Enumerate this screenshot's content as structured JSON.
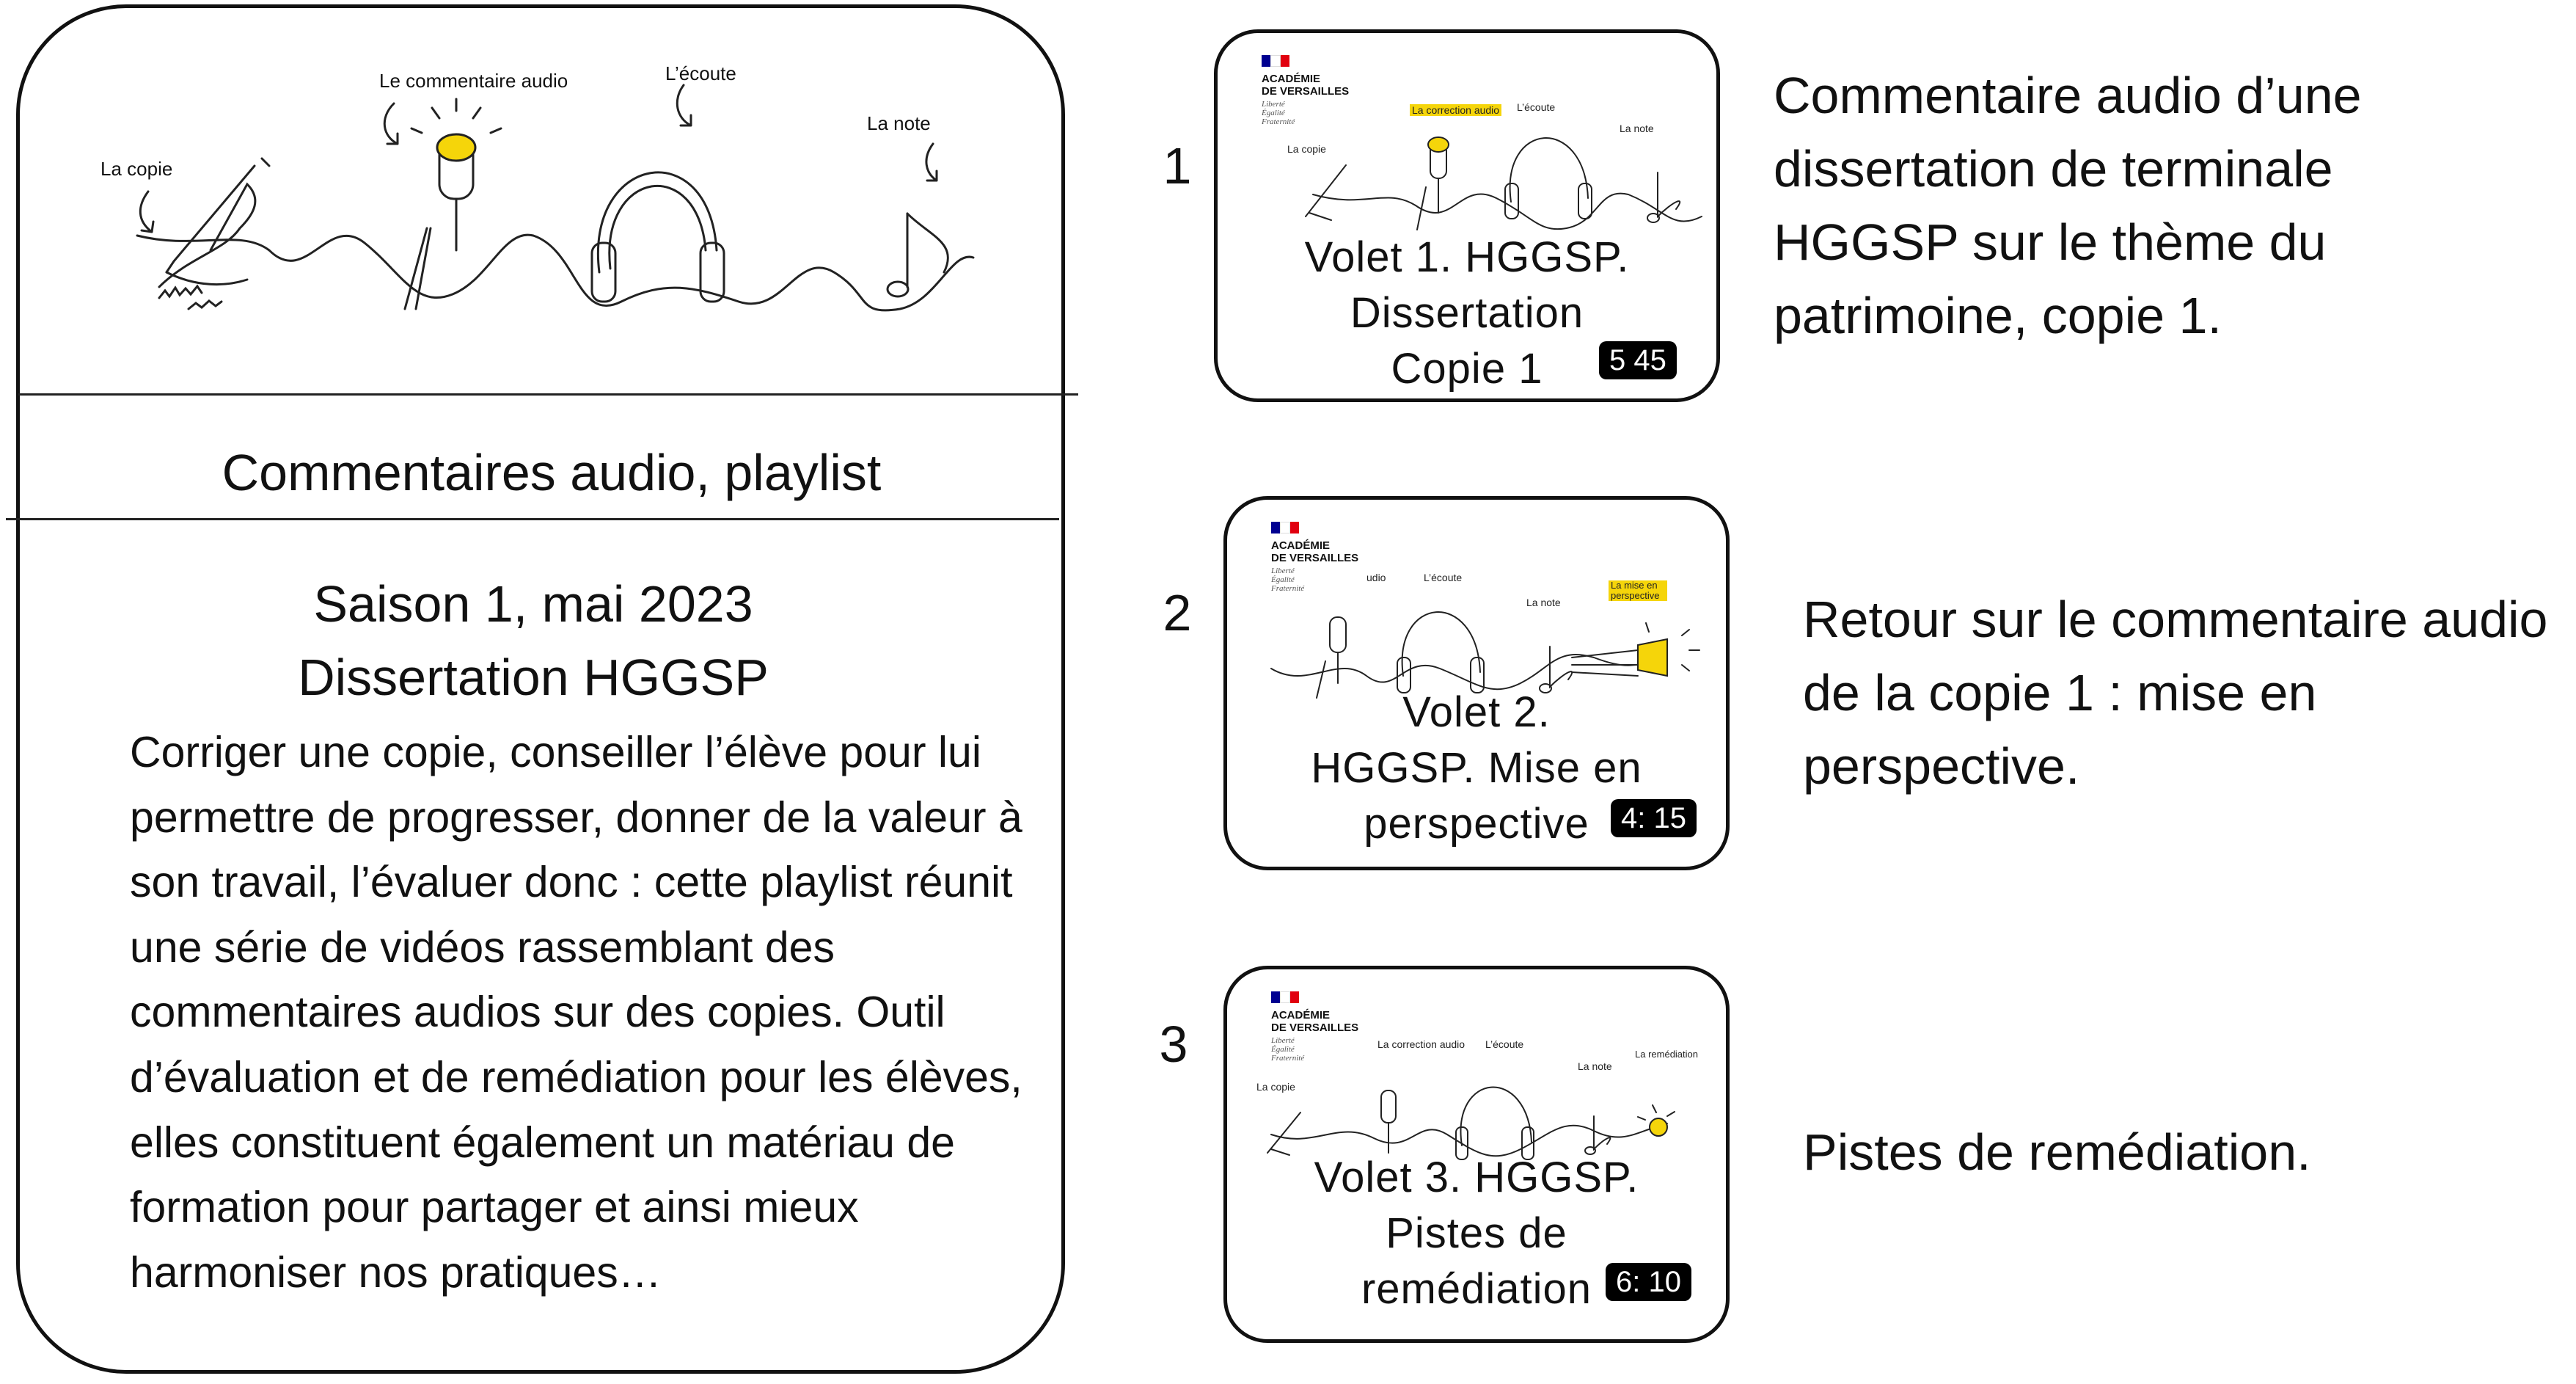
{
  "playlist": {
    "banner_labels": {
      "copy": "La copie",
      "audio_comment": "Le commentaire audio",
      "listening": "L’écoute",
      "note": "La note"
    },
    "title": "Commentaires audio, playlist",
    "season": "Saison 1, mai 2023",
    "subject": "Dissertation HGGSP",
    "description": "Corriger une copie, conseiller l’élève pour lui permettre de progresser, donner de la valeur à son travail, l’évaluer donc : cette playlist réunit une série de vidéos rassemblant des commentaires audios sur des copies. Outil d’évaluation et de remédiation pour les élèves, elles constituent également un matériau de formation pour partager et ainsi mieux harmoniser nos pratiques…"
  },
  "thumbnail_common": {
    "academy_line1": "ACADÉMIE",
    "academy_line2": "DE VERSAILLES",
    "motto": [
      "Liberté",
      "Égalité",
      "Fraternité"
    ],
    "flag_colors": [
      "#000091",
      "#ffffff",
      "#e1000f"
    ]
  },
  "videos": [
    {
      "number": "1",
      "title_lines": [
        "Volet 1. HGGSP.",
        "Dissertation",
        "Copie 1"
      ],
      "duration": "5 45",
      "thumb_labels": [
        "La copie",
        "La correction audio",
        "L’écoute",
        "La note"
      ],
      "description": "Commentaire audio d’une dissertation de terminale HGGSP sur le thème du patrimoine, copie 1."
    },
    {
      "number": "2",
      "title_lines": [
        "Volet 2.",
        "HGGSP. Mise en",
        "perspective"
      ],
      "duration": "4: 15",
      "thumb_labels": [
        "udio",
        "L’écoute",
        "La note",
        "La mise en perspective"
      ],
      "description": "Retour sur le commentaire audio de la copie 1 : mise en perspective."
    },
    {
      "number": "3",
      "title_lines": [
        "Volet 3. HGGSP.",
        "Pistes de",
        "remédiation"
      ],
      "duration": "6: 10",
      "thumb_labels": [
        "La copie",
        "La correction audio",
        "L’écoute",
        "La note",
        "La remédiation"
      ],
      "description": "Pistes de remédiation."
    }
  ],
  "colors": {
    "highlight": "#f5d50a",
    "border": "#111111",
    "badge": "#000000"
  }
}
